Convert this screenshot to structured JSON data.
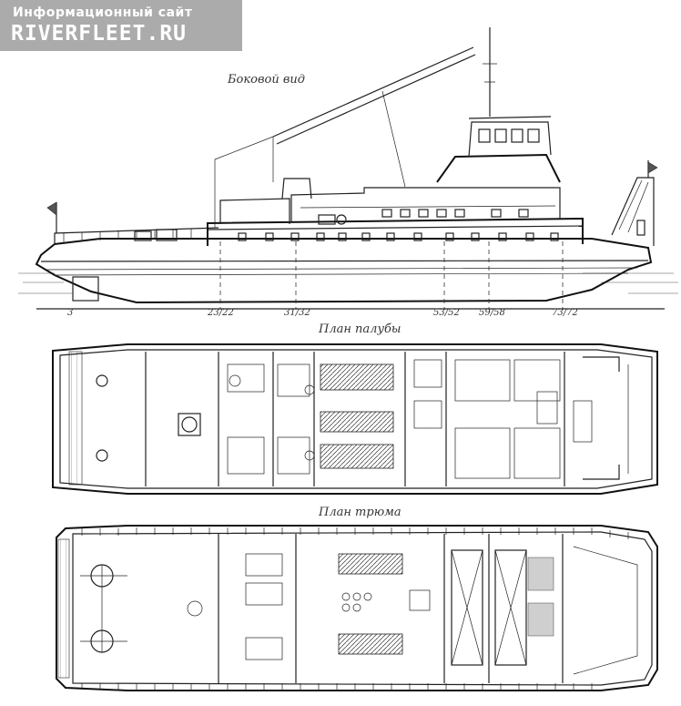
{
  "watermark": {
    "line1": "Информационный сайт",
    "line2": "RIVERFLEET.RU"
  },
  "views": {
    "side": "Боковой вид",
    "deck": "План палубы",
    "hold": "План трюма"
  },
  "frames": [
    "3",
    "23/22",
    "31/32",
    "53/52",
    "59/58",
    "73/72"
  ]
}
